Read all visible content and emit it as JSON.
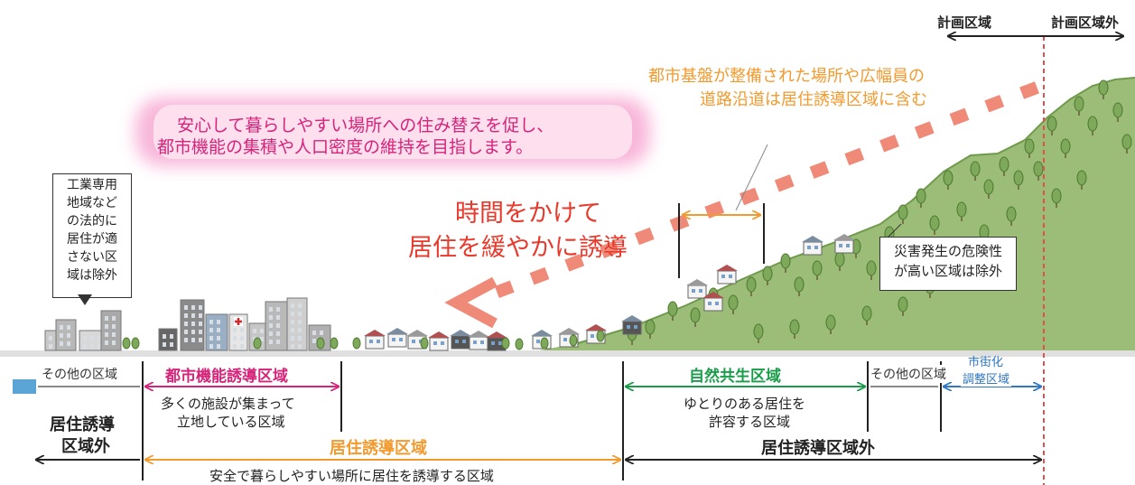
{
  "colors": {
    "hill": "#9bbd77",
    "hill_dark": "#6f9a4c",
    "orange": "#f29a2e",
    "magenta": "#d6247a",
    "green": "#1a9d4a",
    "red_text": "#e8392b",
    "dash": "#f08a78",
    "blue": "#2f78c4",
    "pink_glow": "#f7a9d3"
  },
  "scope": {
    "planning_area": "計画区域",
    "outside_planning_area": "計画区域外"
  },
  "banner": {
    "line1": "安心して暮らしやすい場所への住み替えを促し、",
    "line2": "都市機能の集積や人口密度の維持を目指します。"
  },
  "road_note": {
    "line1": "都市基盤が整備された場所や広幅員の",
    "line2": "道路沿道は居住誘導区域に含む"
  },
  "time_note": {
    "line1": "時間をかけて",
    "line2": "居住を緩やかに誘導"
  },
  "industrial_note": {
    "lines": [
      "工業専用",
      "地域など",
      "の法的に",
      "居住が適",
      "さない区",
      "域は除外"
    ]
  },
  "disaster_note": {
    "line1": "災害発生の危険性",
    "line2": "が高い区域は除外"
  },
  "zones": {
    "other_left": "その他の区域",
    "urban_function": "都市機能誘導区域",
    "urban_function_desc_1": "多くの施設が集まって",
    "urban_function_desc_2": "立地している区域",
    "nature": "自然共生区域",
    "nature_desc_1": "ゆとりのある居住を",
    "nature_desc_2": "許容する区域",
    "other_right": "その他の区域",
    "adjust_1": "市街化",
    "adjust_2": "調整区域",
    "outside_left_1": "居住誘導",
    "outside_left_2": "区域外",
    "residential": "居住誘導区域",
    "residential_desc": "安全で暮らしやすい場所に居住を誘導する区域",
    "outside_right": "居住誘導区域外"
  }
}
